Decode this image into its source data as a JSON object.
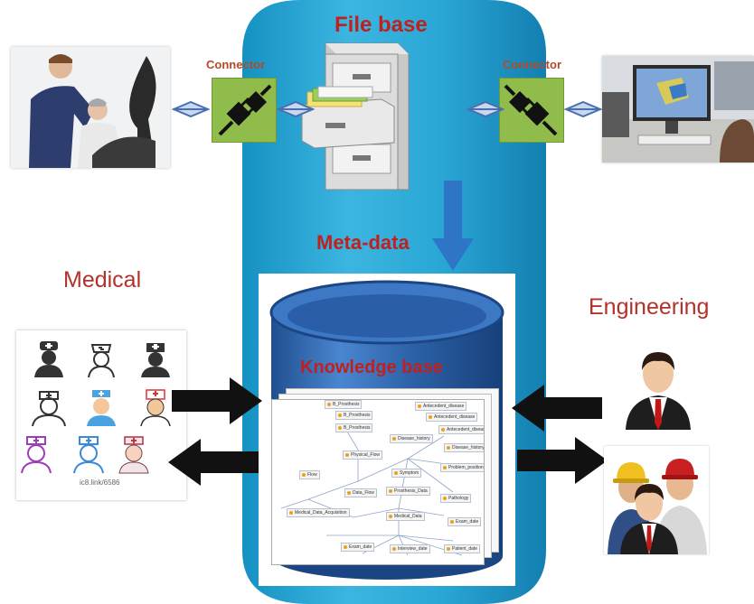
{
  "titles": {
    "file_base": "File base",
    "meta_data": "Meta-data",
    "knowledge_base": "Knowledge base"
  },
  "connectors": {
    "left": "Connector",
    "right": "Connector"
  },
  "side_labels": {
    "medical": "Medical",
    "engineering": "Engineering"
  },
  "medical_panel": {
    "credit": "ic8.link/6586"
  },
  "knowledge_graph": {
    "nodes": [
      "B_Prosthesis",
      "Antecedent_disease",
      "B_Prosthesis",
      "Antecedent_disease",
      "B_Prosthesis",
      "Disease_history",
      "Antecedent_disease_date",
      "Physical_Flow",
      "Disease_history",
      "Problem_position",
      "Flow",
      "Symptom",
      "Data_Flow",
      "Prosthesis_Data",
      "Pathology",
      "Medical_Data_Acquisition",
      "Medical_Data",
      "Exam_date",
      "Exam_date",
      "Interview_date",
      "Patient_date"
    ]
  },
  "colors": {
    "rounded_panel": "#1aa3d1",
    "title_red": "#c0201f",
    "plug_green": "#8fbc4a",
    "diamond_blue": "#4a6fb0",
    "arrow_blue": "#2e75c8",
    "cylinder_blue": "#2d62a8"
  },
  "icons": [
    "file-cabinet-icon",
    "plug-icon",
    "doctor-avatar-icon",
    "engineer-avatar-icon",
    "businessman-icon"
  ]
}
